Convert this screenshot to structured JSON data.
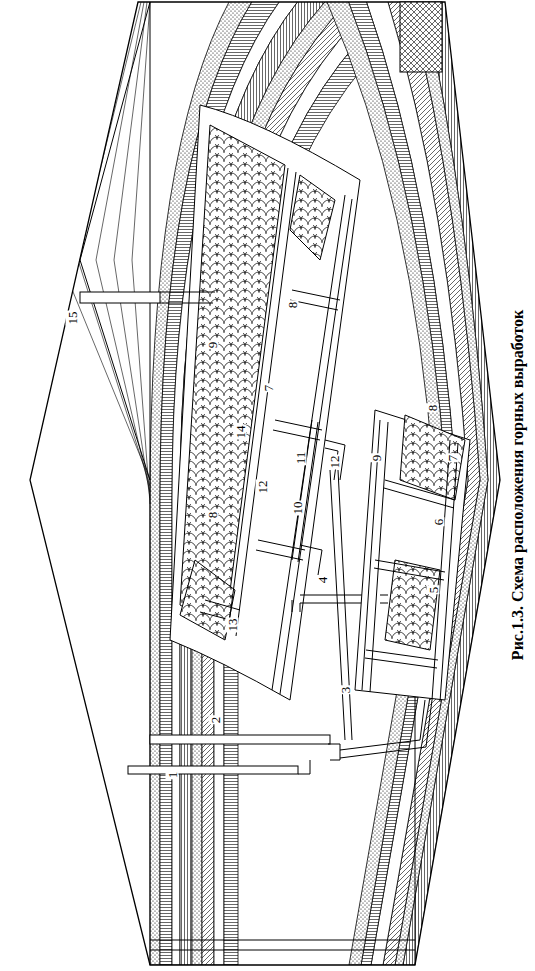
{
  "diagram": {
    "caption": "Рис.1.3. Схема расположения горных выработок",
    "labels": [
      "1",
      "2",
      "3",
      "4",
      "5",
      "6",
      "7",
      "7",
      "8",
      "8",
      "8",
      "9",
      "9",
      "10",
      "11",
      "12",
      "12",
      "13",
      "14",
      "15"
    ]
  }
}
